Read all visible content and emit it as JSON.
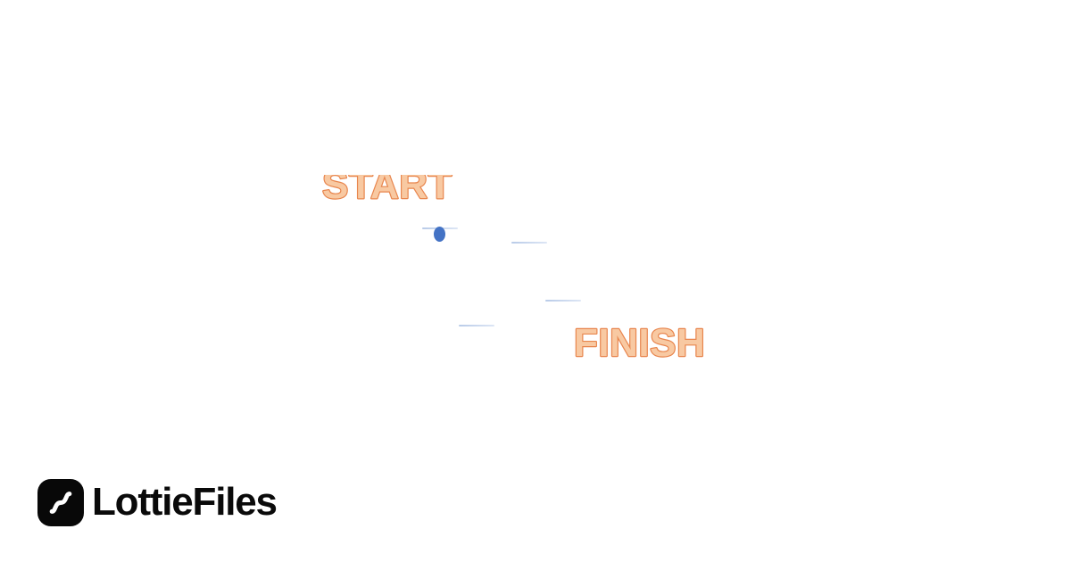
{
  "colors": {
    "background": "#ffffff",
    "label-fill": "#f8c9a2",
    "label-stroke": "#e8854d",
    "ball": "#4473c5",
    "platform-start": "#b9cbe8",
    "platform-end": "#dde6f5",
    "brand-black": "#080808",
    "brand-text": "#0a0a0a"
  },
  "animation": {
    "start_label": "START",
    "finish_label": "FINISH",
    "ball_shape": "ball-dot",
    "platform_shape": "platform-line",
    "platform_count": 4
  },
  "branding": {
    "wordmark": "LottieFiles",
    "icon": "lottiefiles-s-curve-icon"
  }
}
